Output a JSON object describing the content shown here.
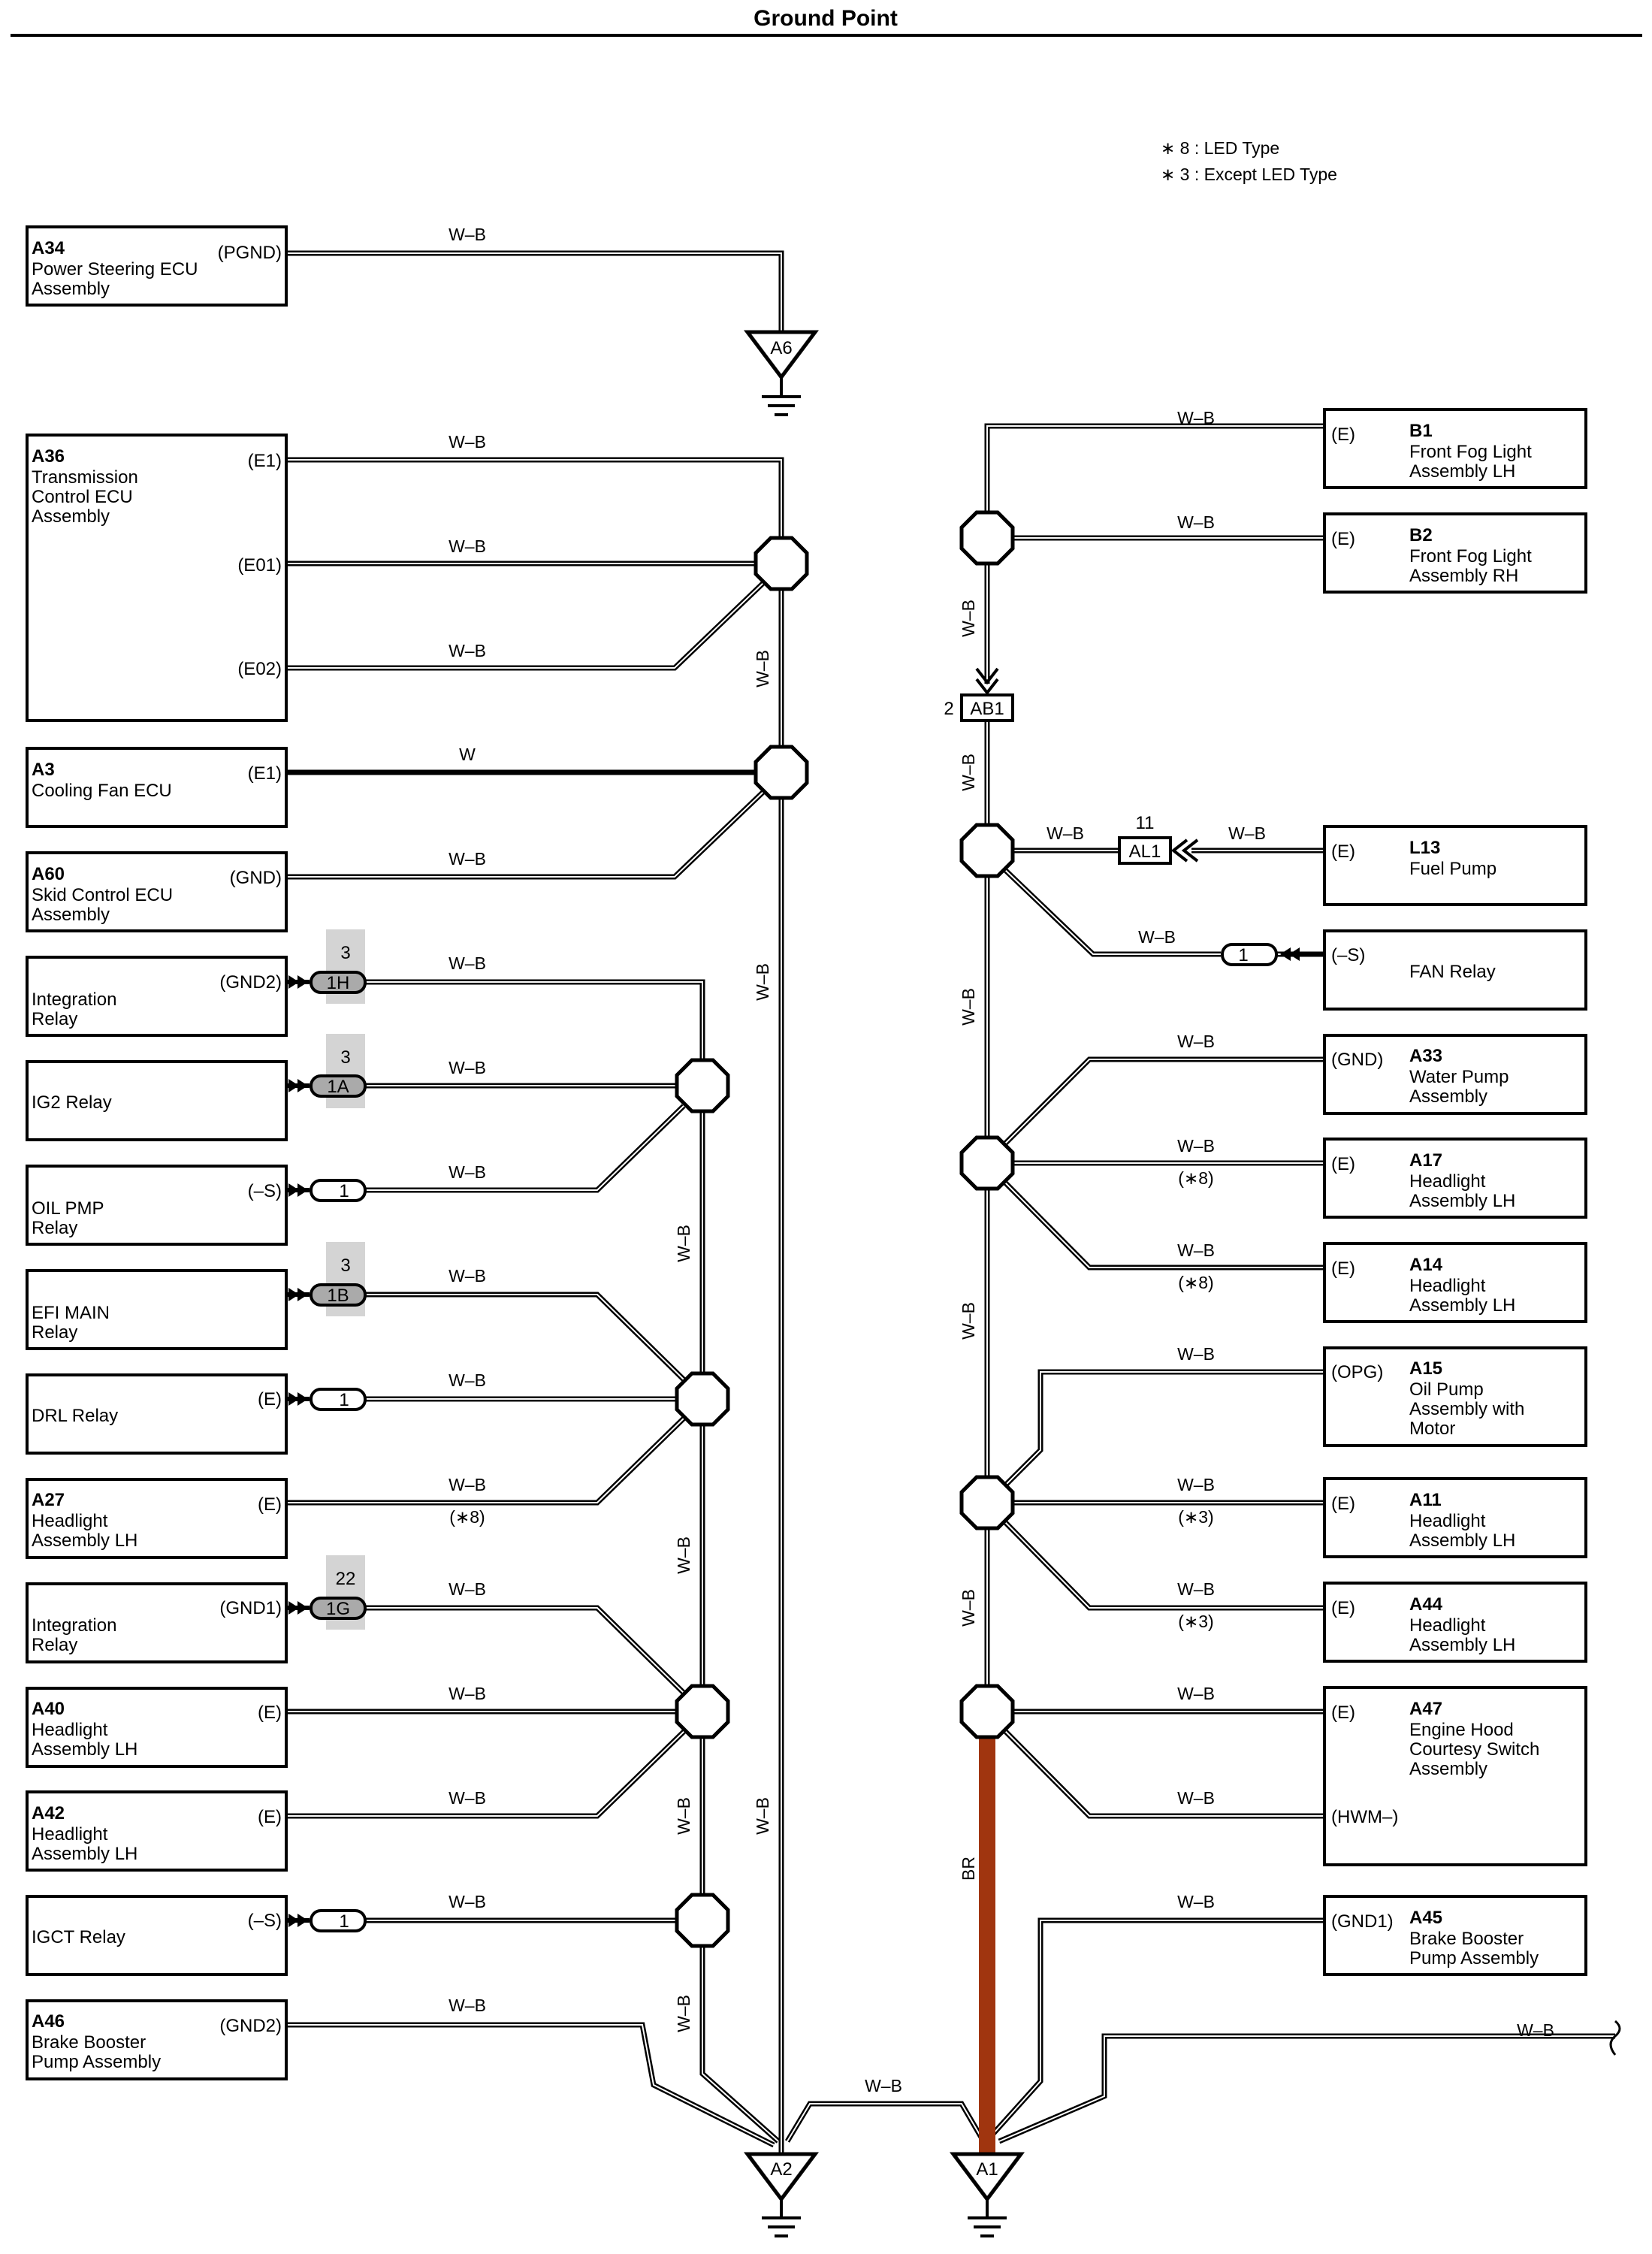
{
  "title": "Ground Point",
  "legend": [
    "∗ 8 : LED Type",
    "∗ 3 : Except LED Type"
  ],
  "colors": {
    "wire": "#000000",
    "br_wire": "#a0350f",
    "connector_fill": "#d4d4d4"
  },
  "ground_points": [
    "A6",
    "A2",
    "A1"
  ],
  "junctions": {
    "AB1": {
      "pin": "2",
      "name": "AB1"
    },
    "AL1": {
      "pin": "11",
      "name": "AL1"
    }
  },
  "left_components": [
    {
      "code": "A34",
      "lines": [
        "Power Steering ECU",
        "Assembly"
      ],
      "pins": [
        "(PGND)"
      ]
    },
    {
      "code": "A36",
      "lines": [
        "Transmission",
        "Control ECU",
        "Assembly"
      ],
      "pins": [
        "(E1)",
        "(E01)",
        "(E02)"
      ]
    },
    {
      "code": "A3",
      "lines": [
        "Cooling Fan ECU"
      ],
      "pins": [
        "(E1)"
      ]
    },
    {
      "code": "A60",
      "lines": [
        "Skid Control ECU",
        "Assembly"
      ],
      "pins": [
        "(GND)"
      ]
    },
    {
      "code": "",
      "lines": [
        "Integration",
        "Relay"
      ],
      "pins": [
        "(GND2)"
      ],
      "conn": {
        "pin": "3",
        "name": "1H"
      }
    },
    {
      "code": "",
      "lines": [
        "IG2 Relay"
      ],
      "pins": [
        ""
      ],
      "conn": {
        "pin": "3",
        "name": "1A"
      }
    },
    {
      "code": "",
      "lines": [
        "OIL PMP",
        "Relay"
      ],
      "pins": [
        "(–S)"
      ],
      "conn": {
        "pin": "",
        "name": "1"
      }
    },
    {
      "code": "",
      "lines": [
        "EFI MAIN",
        "Relay"
      ],
      "pins": [
        ""
      ],
      "conn": {
        "pin": "3",
        "name": "1B"
      }
    },
    {
      "code": "",
      "lines": [
        "DRL Relay"
      ],
      "pins": [
        "(E)"
      ],
      "conn": {
        "pin": "",
        "name": "1"
      }
    },
    {
      "code": "A27",
      "lines": [
        "Headlight",
        "Assembly LH"
      ],
      "pins": [
        "(E)"
      ],
      "note": "(∗8)"
    },
    {
      "code": "",
      "lines": [
        "Integration",
        "Relay"
      ],
      "pins": [
        "(GND1)"
      ],
      "conn": {
        "pin": "22",
        "name": "1G"
      }
    },
    {
      "code": "A40",
      "lines": [
        "Headlight",
        "Assembly LH"
      ],
      "pins": [
        "(E)"
      ]
    },
    {
      "code": "A42",
      "lines": [
        "Headlight",
        "Assembly LH"
      ],
      "pins": [
        "(E)"
      ]
    },
    {
      "code": "",
      "lines": [
        "IGCT Relay"
      ],
      "pins": [
        "(–S)"
      ],
      "conn": {
        "pin": "",
        "name": "1"
      }
    },
    {
      "code": "A46",
      "lines": [
        "Brake Booster",
        "Pump Assembly"
      ],
      "pins": [
        "(GND2)"
      ]
    }
  ],
  "right_components": [
    {
      "code": "B1",
      "lines": [
        "Front Fog Light",
        "Assembly LH"
      ],
      "pins": [
        "(E)"
      ]
    },
    {
      "code": "B2",
      "lines": [
        "Front Fog Light",
        "Assembly RH"
      ],
      "pins": [
        "(E)"
      ]
    },
    {
      "code": "L13",
      "lines": [
        "Fuel Pump"
      ],
      "pins": [
        "(E)"
      ]
    },
    {
      "code": "",
      "lines": [
        "FAN Relay"
      ],
      "pins": [
        "(–S)"
      ],
      "conn": {
        "pin": "",
        "name": "1"
      }
    },
    {
      "code": "A33",
      "lines": [
        "Water Pump",
        "Assembly"
      ],
      "pins": [
        "(GND)"
      ]
    },
    {
      "code": "A17",
      "lines": [
        "Headlight",
        "Assembly LH"
      ],
      "pins": [
        "(E)"
      ],
      "note": "(∗8)"
    },
    {
      "code": "A14",
      "lines": [
        "Headlight",
        "Assembly LH"
      ],
      "pins": [
        "(E)"
      ],
      "note": "(∗8)"
    },
    {
      "code": "A15",
      "lines": [
        "Oil Pump",
        "Assembly with",
        "Motor"
      ],
      "pins": [
        "(OPG)"
      ]
    },
    {
      "code": "A11",
      "lines": [
        "Headlight",
        "Assembly LH"
      ],
      "pins": [
        "(E)"
      ],
      "note": "(∗3)"
    },
    {
      "code": "A44",
      "lines": [
        "Headlight",
        "Assembly LH"
      ],
      "pins": [
        "(E)"
      ],
      "note": "(∗3)"
    },
    {
      "code": "A47",
      "lines": [
        "Engine Hood",
        "Courtesy Switch",
        "Assembly"
      ],
      "pins": [
        "(E)",
        "(HWM–)"
      ]
    },
    {
      "code": "A45",
      "lines": [
        "Brake Booster",
        "Pump Assembly"
      ],
      "pins": [
        "(GND1)"
      ]
    }
  ],
  "wire_labels": {
    "wb": "W–B",
    "w": "W",
    "br": "BR"
  }
}
